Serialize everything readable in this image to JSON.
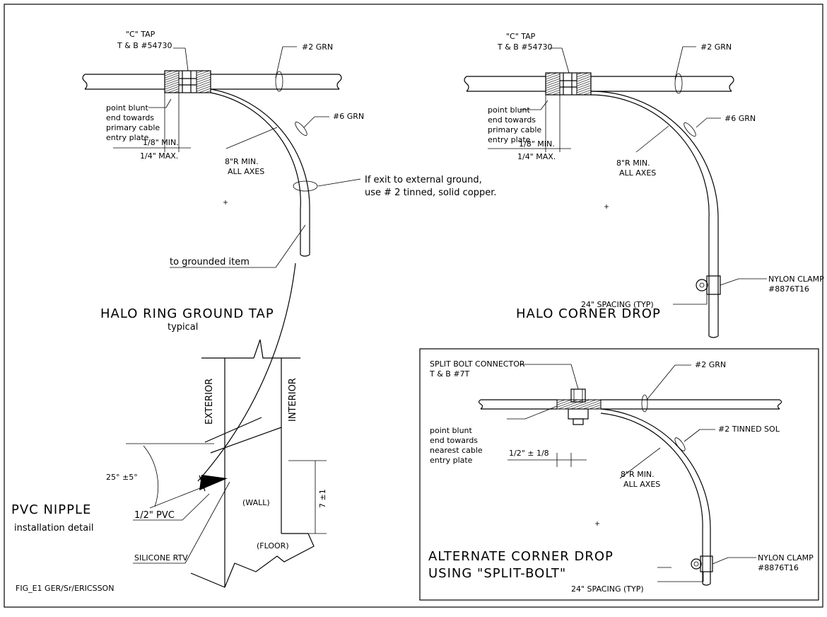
{
  "labels": {
    "c_tap_1": "\"C\" TAP",
    "c_tap_part_1": "T & B #54730",
    "grn2_1": "#2 GRN",
    "blunt_1a": "point blunt",
    "blunt_1b": "end towards",
    "blunt_1c": "primary cable",
    "blunt_1d": "entry plate",
    "min_1": "1/8\"  MIN.",
    "max_1": "1/4\"  MAX.",
    "grn6_1": "#6 GRN",
    "radius_1a": "8\"R MIN.",
    "radius_1b": "ALL AXES",
    "exit_1": "If exit to external ground,",
    "exit_2": "use # 2 tinned, solid copper.",
    "to_grounded": "to grounded item",
    "title_halo_ring": "HALO RING GROUND TAP",
    "title_halo_ring_sub": "typical",
    "c_tap_2": "\"C\" TAP",
    "c_tap_part_2": "T & B #54730",
    "grn2_2": "#2 GRN",
    "blunt_2a": "point blunt",
    "blunt_2b": "end towards",
    "blunt_2c": "primary cable",
    "blunt_2d": "entry plate",
    "min_2": "1/8\"  MIN.",
    "max_2": "1/4\"  MAX.",
    "grn6_2": "#6 GRN",
    "radius_2a": "8\"R MIN.",
    "radius_2b": "ALL AXES",
    "nylon_1a": "NYLON CLAMP",
    "nylon_1b": "#8876T16",
    "spacing_1": "24\"  SPACING (TYP)",
    "title_halo_corner": "HALO  CORNER  DROP",
    "exterior": "EXTERIOR",
    "interior": "INTERIOR",
    "angle": "25° ±5°",
    "seven": "7 ±1",
    "wall": "(WALL)",
    "floor": "(FLOOR)",
    "pvc_half": "1/2\"  PVC",
    "silicone": "SILICONE RTV",
    "title_pvc": "PVC NIPPLE",
    "title_pvc_sub": "installation detail",
    "split_bolt_a": "SPLIT BOLT CONNECTOR",
    "split_bolt_b": "T & B #7T",
    "grn2_3": "#2 GRN",
    "blunt_3a": "point blunt",
    "blunt_3b": "end towards",
    "blunt_3c": "nearest cable",
    "blunt_3d": "entry plate",
    "half_tol": "1/2\" ± 1/8",
    "tinned_sol": "#2  TINNED SOL",
    "radius_3a": "8\"R MIN.",
    "radius_3b": "ALL AXES",
    "title_alt_a": "ALTERNATE CORNER DROP",
    "title_alt_b": "USING \"SPLIT-BOLT\"",
    "nylon_2a": "NYLON CLAMP",
    "nylon_2b": "#8876T16",
    "spacing_2": "24\"  SPACING (TYP)",
    "figure_id": "FIG_E1  GER/Sr/ERICSSON"
  }
}
